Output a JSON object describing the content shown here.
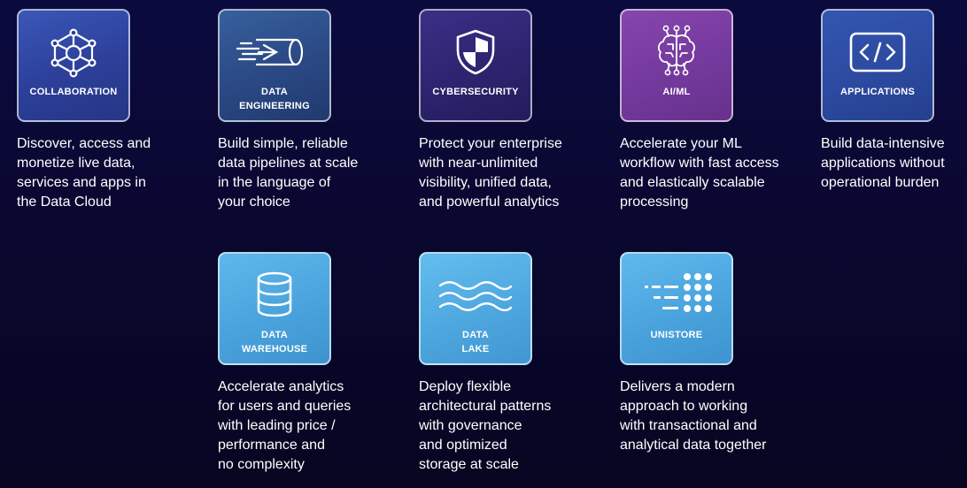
{
  "workloads": [
    {
      "id": "collaboration",
      "label_lines": [
        "COLLABORATION"
      ],
      "icon": "network-hub-icon",
      "description": "Discover, access and\nmonetize live data,\nservices and apps in\nthe Data Cloud",
      "color": "#2c3f99"
    },
    {
      "id": "data-engineering",
      "label_lines": [
        "DATA",
        "ENGINEERING"
      ],
      "icon": "data-pipeline-icon",
      "description": "Build simple, reliable\ndata pipelines at scale\nin the language of\nyour choice",
      "color": "#2b4a86"
    },
    {
      "id": "cybersecurity",
      "label_lines": [
        "CYBERSECURITY"
      ],
      "icon": "shield-icon",
      "description": "Protect your enterprise\nwith near-unlimited\nvisibility, unified data,\nand powerful analytics",
      "color": "#2c246f"
    },
    {
      "id": "ai-ml",
      "label_lines": [
        "AI/ML"
      ],
      "icon": "brain-circuit-icon",
      "description": "Accelerate your ML\nworkflow with fast access\nand elastically scalable\nprocessing",
      "color": "#74399d"
    },
    {
      "id": "applications",
      "label_lines": [
        "APPLICATIONS"
      ],
      "icon": "code-window-icon",
      "description": "Build data-intensive\napplications without\noperational burden",
      "color": "#2c4aa0"
    },
    {
      "id": "data-warehouse",
      "label_lines": [
        "DATA",
        "WAREHOUSE"
      ],
      "icon": "database-icon",
      "description": "Accelerate analytics\nfor users and queries\nwith leading price /\nperformance and\nno complexity",
      "color": "#4aa3dc"
    },
    {
      "id": "data-lake",
      "label_lines": [
        "DATA",
        "LAKE"
      ],
      "icon": "waves-icon",
      "description": "Deploy flexible\narchitectural patterns\nwith governance\nand optimized\nstorage at scale",
      "color": "#4ea7df"
    },
    {
      "id": "unistore",
      "label_lines": [
        "UNISTORE"
      ],
      "icon": "dot-matrix-icon",
      "description": "Delivers a modern\napproach to working\nwith transactional and\nanalytical data together",
      "color": "#4aa3dd"
    }
  ]
}
